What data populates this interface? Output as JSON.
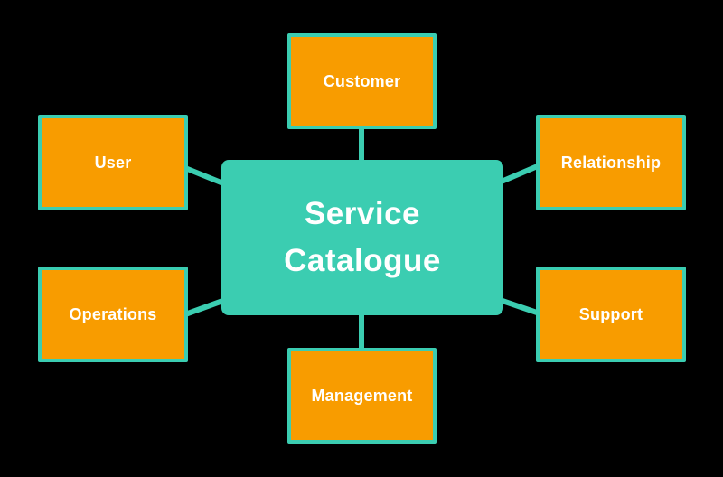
{
  "title": {
    "line1": "Service",
    "line2": "Catalogue"
  },
  "nodes": {
    "customer": {
      "label": "Customer"
    },
    "user": {
      "label": "User"
    },
    "relationship": {
      "label": "Relationship"
    },
    "operations": {
      "label": "Operations"
    },
    "support": {
      "label": "Support"
    },
    "management": {
      "label": "Management"
    }
  },
  "colors": {
    "background": "#000000",
    "node_fill": "#f89c00",
    "node_border": "#3bcdb1",
    "center_fill": "#3bcdb1",
    "connector": "#3bcdb1",
    "text": "#ffffff"
  }
}
